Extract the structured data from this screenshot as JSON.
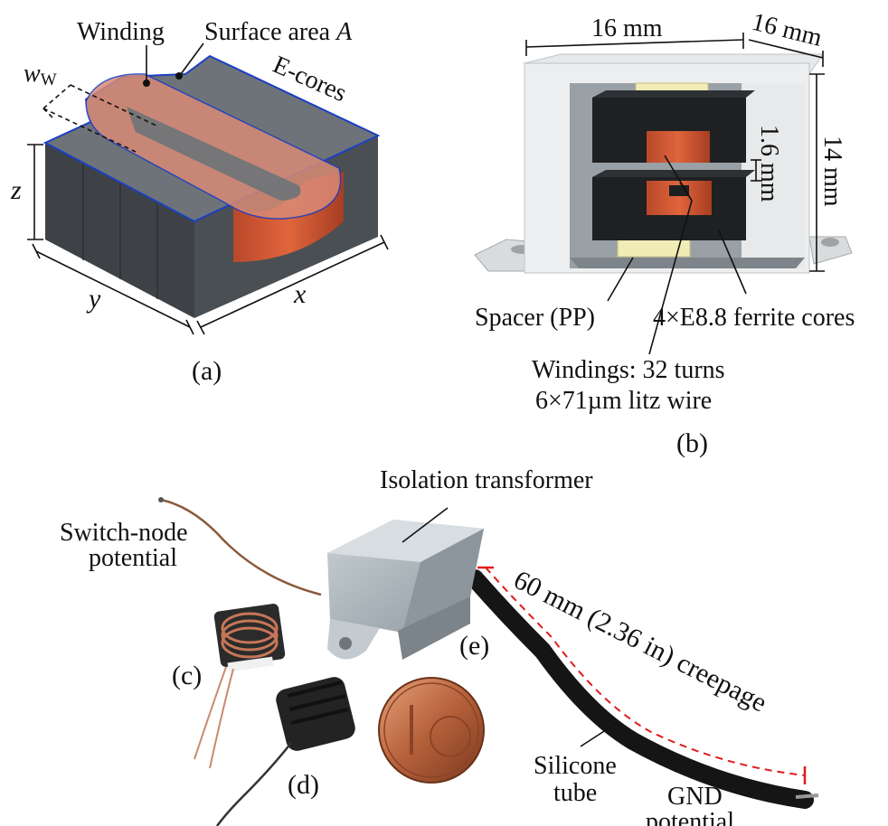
{
  "panel_a": {
    "caption": "(a)",
    "label_winding": "Winding",
    "label_surface": "Surface area ",
    "label_surface_sym": "A",
    "label_ecores": "E-cores",
    "label_ww": "w",
    "label_ww_sub": "W",
    "label_z": "z",
    "label_y": "y",
    "label_x": "x"
  },
  "panel_b": {
    "caption": "(b)",
    "dim_width": "16 mm",
    "dim_depth": "16 mm",
    "dim_height": "14 mm",
    "dim_gap": "1.6 mm",
    "label_spacer": "Spacer (PP)",
    "label_cores": "4×E8.8 ferrite cores",
    "label_windings_1": "Windings: 32 turns",
    "label_windings_2": "6×71µm litz wire"
  },
  "panel_photo": {
    "label_isolation": "Isolation transformer",
    "label_switch_1": "Switch-node",
    "label_switch_2": "potential",
    "label_c": "(c)",
    "label_d": "(d)",
    "label_e": "(e)",
    "label_creepage": "60 mm (2.36 in) creepage",
    "label_silicone_1": "Silicone",
    "label_silicone_2": "tube",
    "label_gnd_1": "GND",
    "label_gnd_2": "potential"
  }
}
